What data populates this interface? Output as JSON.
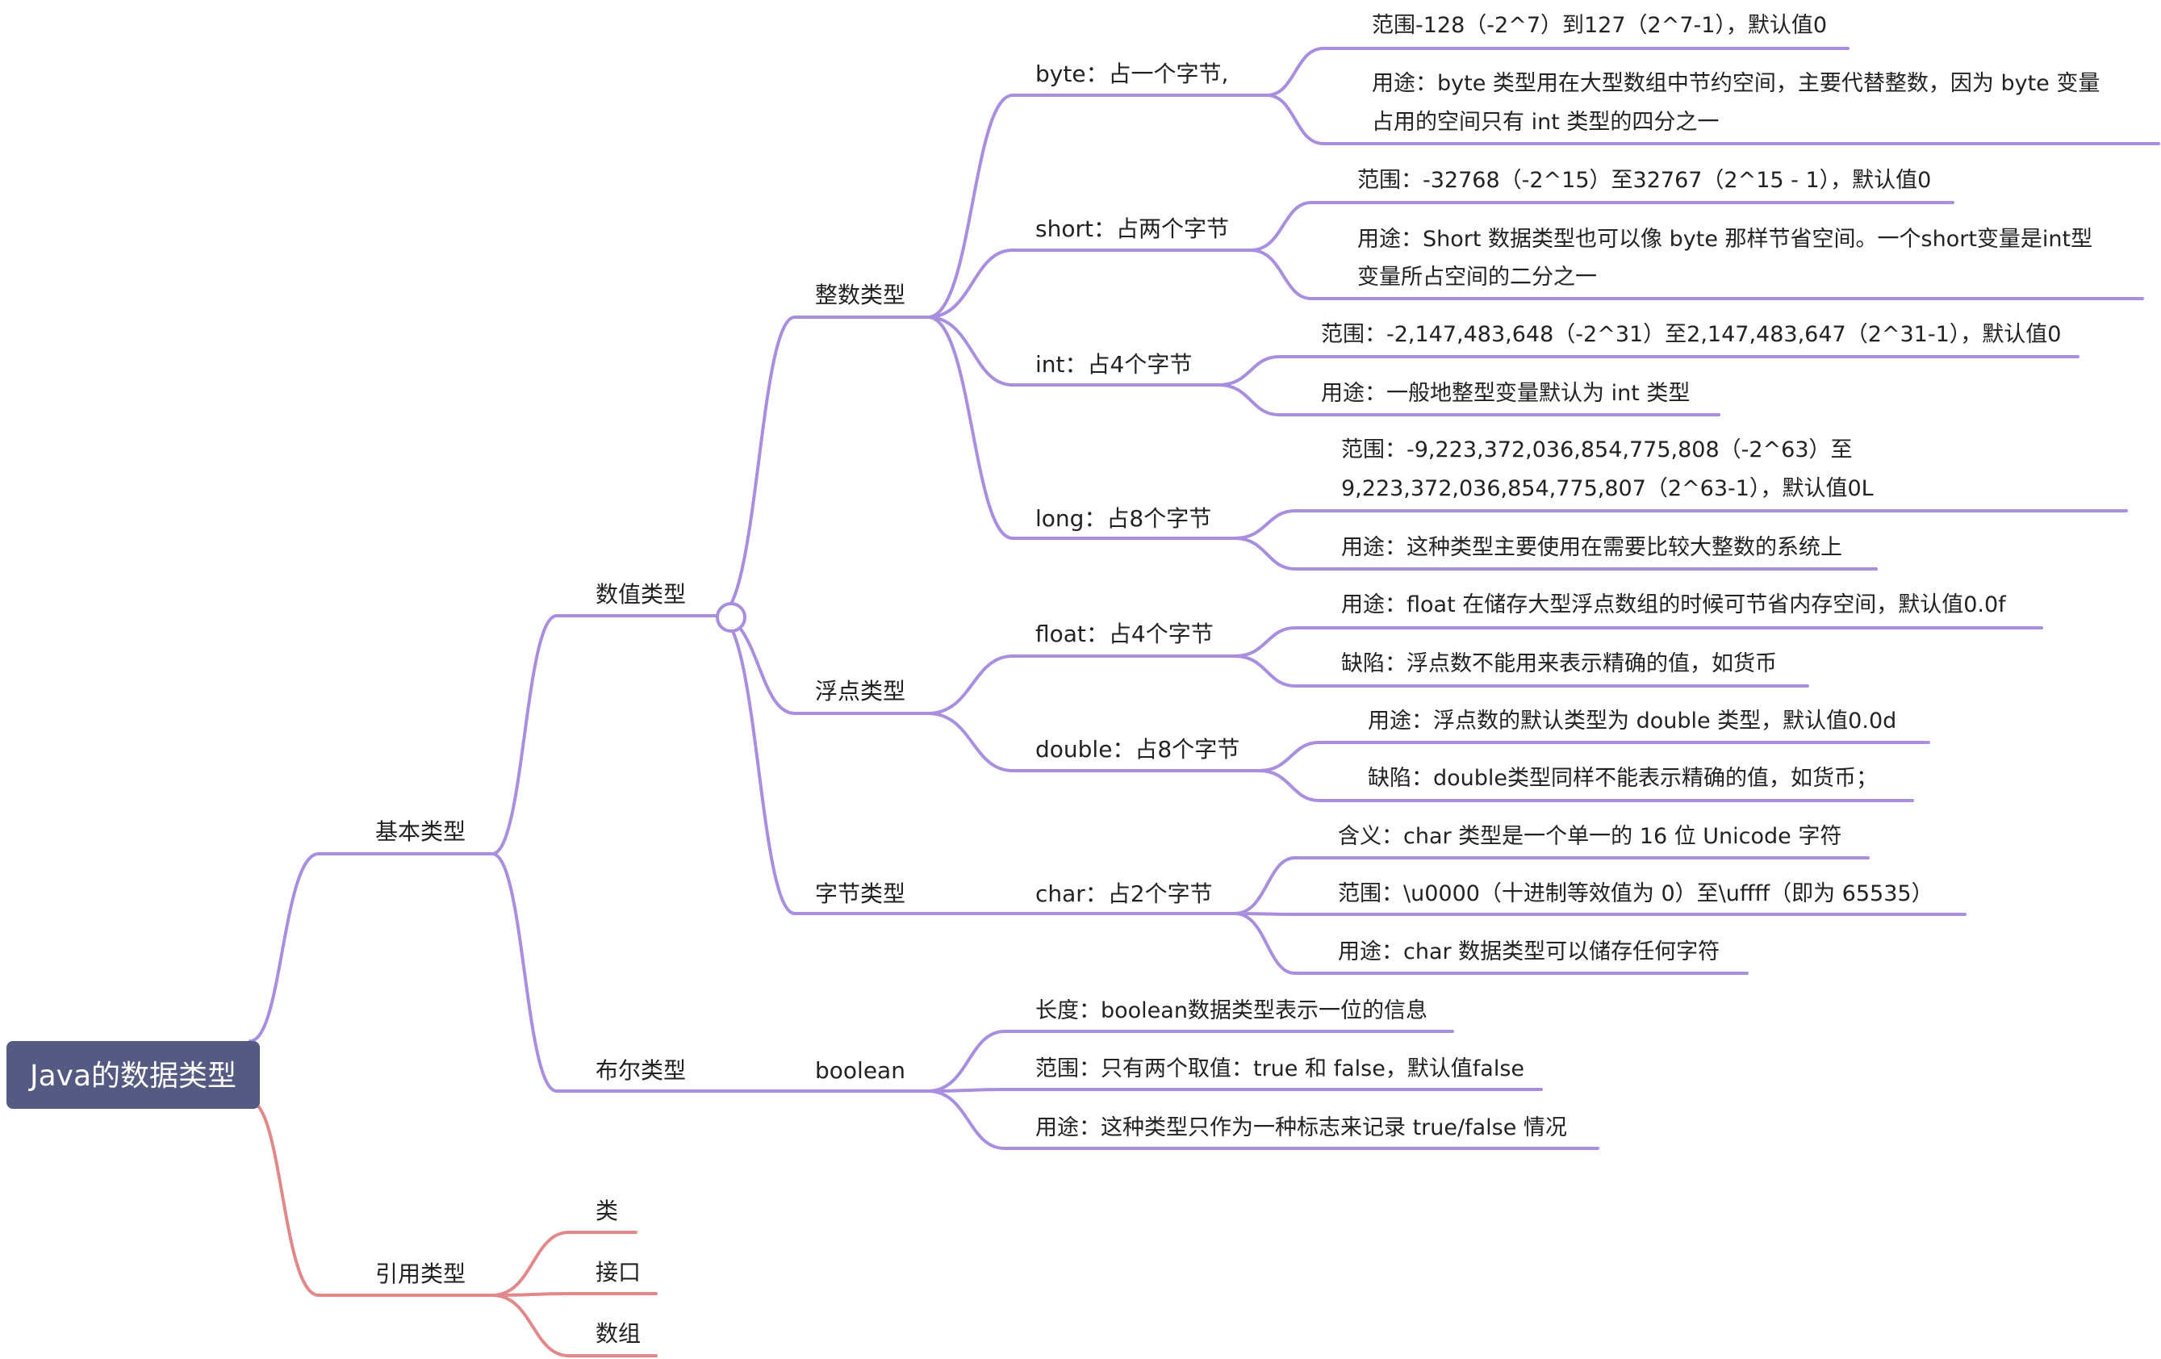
{
  "colors": {
    "purple": "#a98ee0",
    "red": "#e2888a",
    "root_bg": "#545a82",
    "root_text": "#ffffff",
    "text": "#222222"
  },
  "root": {
    "label": "Java的数据类型"
  },
  "basic": {
    "label": "基本类型"
  },
  "numeric": {
    "label": "数值类型"
  },
  "integer": {
    "label": "整数类型",
    "byte": {
      "label": "byte：占一个字节,",
      "range": "范围-128（-2^7）到127（2^7-1），默认值0",
      "usage_line1": "用途：byte 类型用在大型数组中节约空间，主要代替整数，因为 byte 变量",
      "usage_line2": "占用的空间只有 int 类型的四分之一"
    },
    "short": {
      "label": "short：占两个字节",
      "range": "范围：-32768（-2^15）至32767（2^15 - 1），默认值0",
      "usage_line1": "用途：Short 数据类型也可以像 byte 那样节省空间。一个short变量是int型",
      "usage_line2": "变量所占空间的二分之一"
    },
    "int": {
      "label": "int：占4个字节",
      "range": "范围：-2,147,483,648（-2^31）至2,147,483,647（2^31-1），默认值0",
      "usage": "用途：一般地整型变量默认为 int 类型"
    },
    "long": {
      "label": "long：占8个字节",
      "range_line1": "范围：-9,223,372,036,854,775,808（-2^63）至",
      "range_line2": "9,223,372,036,854,775,807（2^63-1），默认值0L",
      "usage": "用途：这种类型主要使用在需要比较大整数的系统上"
    }
  },
  "floating": {
    "label": "浮点类型",
    "float": {
      "label": "float：占4个字节",
      "usage": "用途：float 在储存大型浮点数组的时候可节省内存空间，默认值0.0f",
      "defect": "缺陷：浮点数不能用来表示精确的值，如货币"
    },
    "double": {
      "label": "double：占8个字节",
      "usage": "用途：浮点数的默认类型为 double 类型，默认值0.0d",
      "defect": "缺陷：double类型同样不能表示精确的值，如货币；"
    }
  },
  "character": {
    "label": "字节类型",
    "char": {
      "label": "char：占2个字节",
      "meaning": "含义：char 类型是一个单一的 16 位 Unicode 字符",
      "range": "范围：\\u0000（十进制等效值为 0）至\\uffff（即为 65535）",
      "usage": "用途：char 数据类型可以储存任何字符"
    }
  },
  "boolean_group": {
    "label": "布尔类型",
    "boolean": {
      "label": "boolean",
      "length": "长度：boolean数据类型表示一位的信息",
      "range": "范围：只有两个取值：true 和 false，默认值false",
      "usage": "用途：这种类型只作为一种标志来记录 true/false 情况"
    }
  },
  "reference": {
    "label": "引用类型",
    "class": "类",
    "interface": "接口",
    "array": "数组"
  }
}
